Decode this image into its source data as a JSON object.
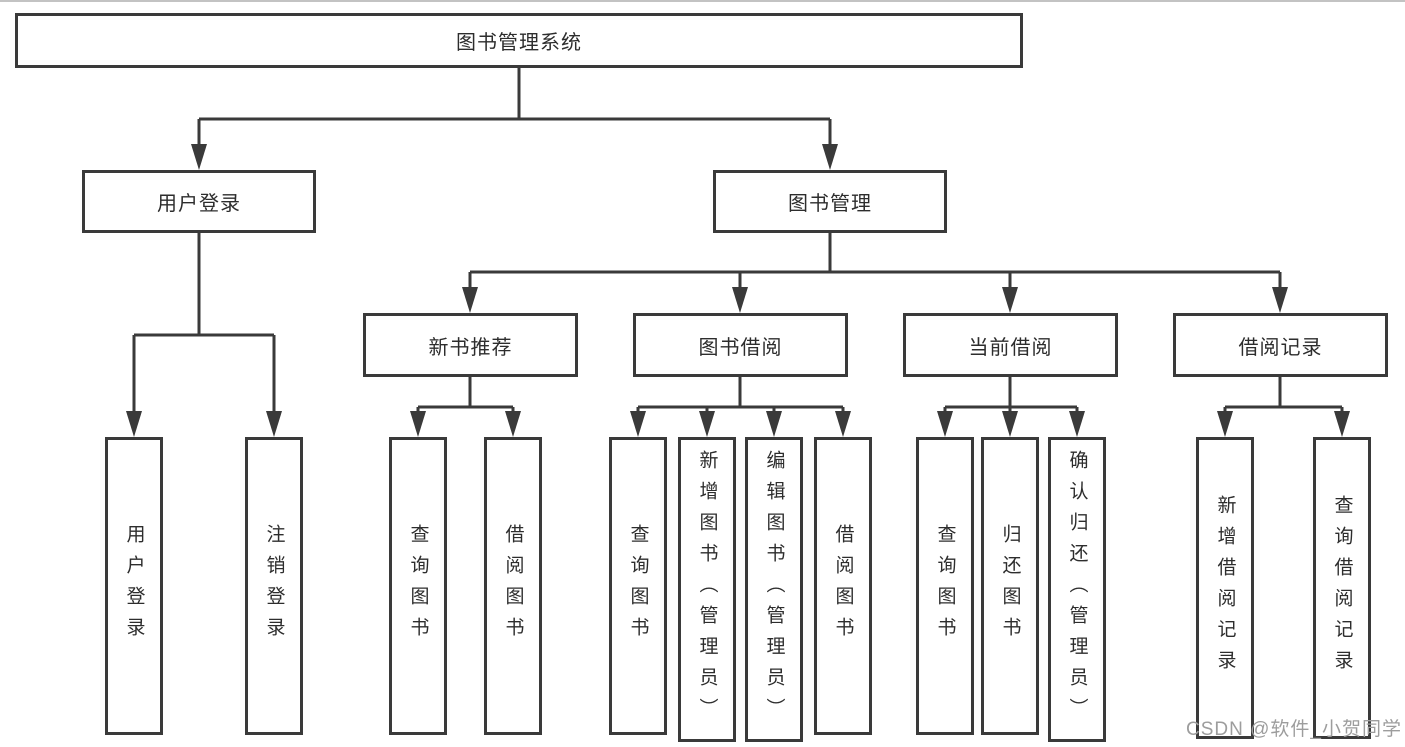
{
  "tree": {
    "label": "图书管理系统",
    "children": [
      {
        "label": "用户登录",
        "children": [
          {
            "label": "用户登录"
          },
          {
            "label": "注销登录"
          }
        ]
      },
      {
        "label": "图书管理",
        "children": [
          {
            "label": "新书推荐",
            "children": [
              {
                "label": "查询图书"
              },
              {
                "label": "借阅图书"
              }
            ]
          },
          {
            "label": "图书借阅",
            "children": [
              {
                "label": "查询图书"
              },
              {
                "label": "新增图书（管理员）"
              },
              {
                "label": "编辑图书（管理员）"
              },
              {
                "label": "借阅图书"
              }
            ]
          },
          {
            "label": "当前借阅",
            "children": [
              {
                "label": "查询图书"
              },
              {
                "label": "归还图书"
              },
              {
                "label": "确认归还（管理员）"
              }
            ]
          },
          {
            "label": "借阅记录",
            "children": [
              {
                "label": "新增借阅记录"
              },
              {
                "label": "查询借阅记录"
              }
            ]
          }
        ]
      }
    ]
  },
  "watermark": {
    "text": "CSDN @软件_小贺同学"
  },
  "colors": {
    "line": "#3a3a3a",
    "text": "#2d2d2d",
    "watermark": "#9d9d9d",
    "background": "#ffffff"
  }
}
